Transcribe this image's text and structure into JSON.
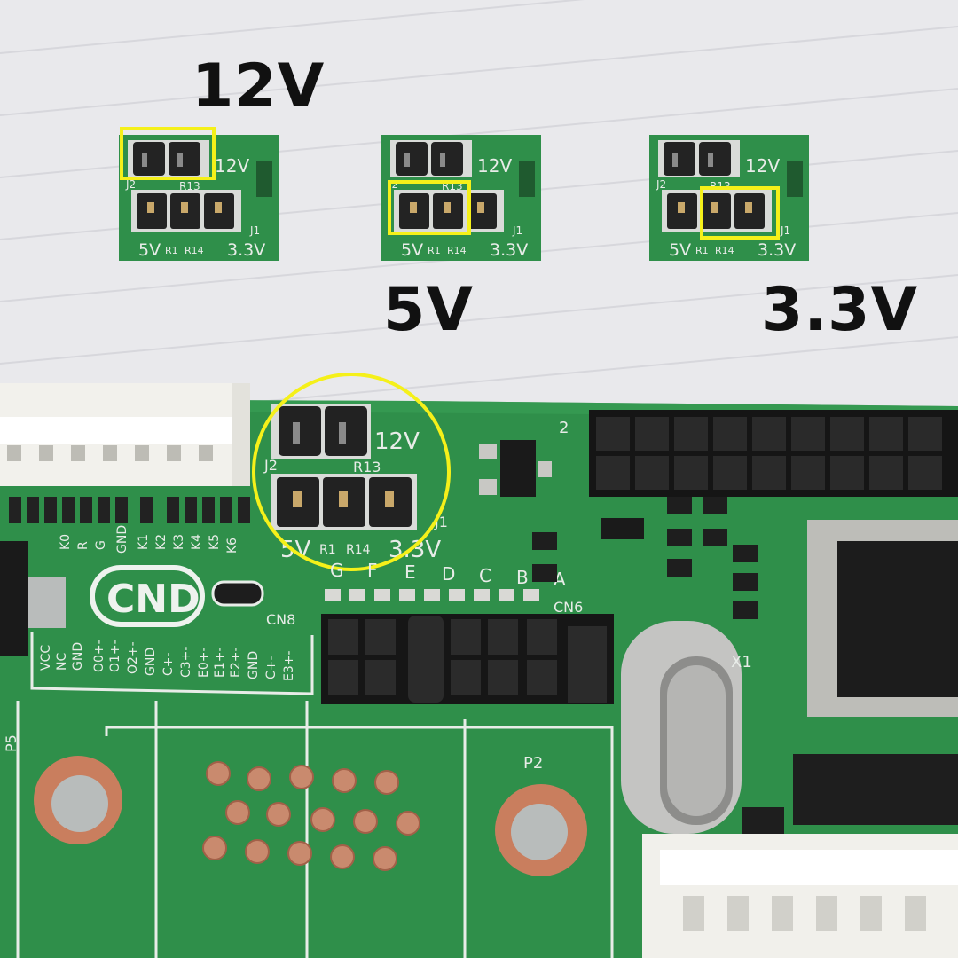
{
  "captions": {
    "v12": "12V",
    "v5": "5V",
    "v33": "3.3V"
  },
  "silkscreen": {
    "v12": "12V",
    "j2": "J2",
    "r13": "R13",
    "j1": "J1",
    "v5": "5V",
    "r1": "R1",
    "r14": "R14",
    "v33": "3.3V",
    "cn8": "CN8",
    "cn6": "CN6",
    "x1": "X1",
    "p2": "P2",
    "p5": "P5",
    "logo": "CND",
    "num2": "2",
    "cn6_letters": [
      "G",
      "F",
      "E",
      "D",
      "C",
      "B",
      "A"
    ],
    "k_labels": [
      "K0",
      "R",
      "G",
      "GND",
      "K1",
      "K2",
      "K3",
      "K4",
      "K5",
      "K6"
    ],
    "pin_labels": [
      "VCC",
      "NC",
      "GND",
      "O0+-",
      "O1+-",
      "O2+-",
      "GND",
      "C+-",
      "C3+-",
      "E0+-",
      "E1+-",
      "E2+-",
      "GND",
      "C+-",
      "E3+-"
    ]
  },
  "colors": {
    "pcb_green": "#2f8f4a",
    "highlight_yellow": "#f5f01a",
    "paper": "#e9e9ec"
  }
}
